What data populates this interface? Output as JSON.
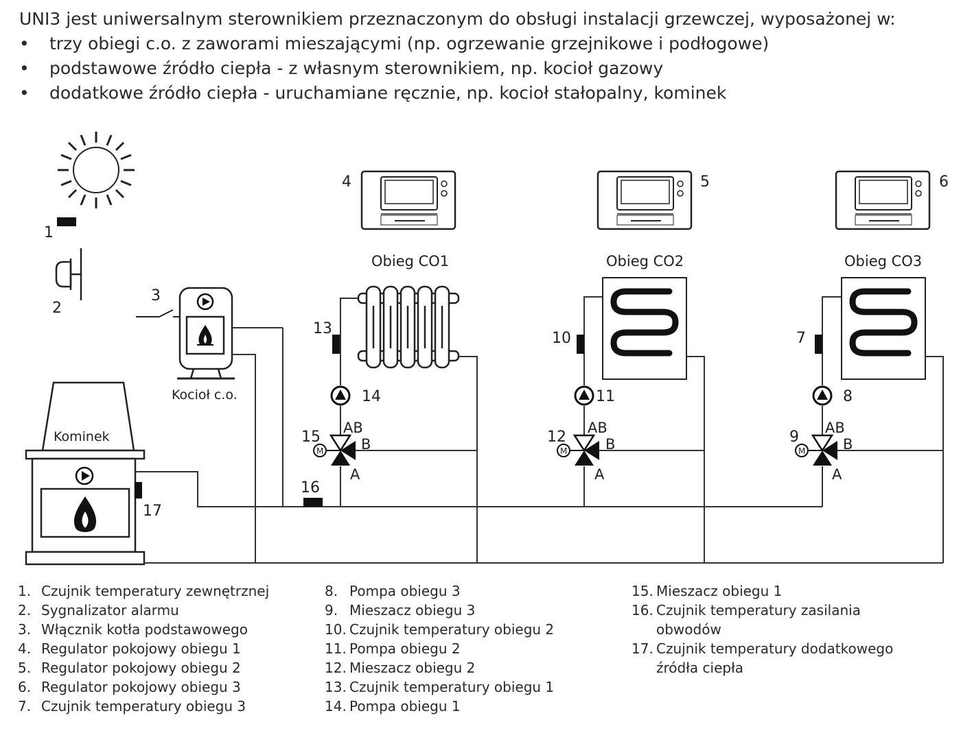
{
  "intro": {
    "text": "UNI3 jest uniwersalnym sterownikiem przeznaczonym do obsługi instalacji grzewczej, wyposażonej w:",
    "bullets": [
      "trzy obiegi c.o. z zaworami mieszającymi (np. ogrzewanie grzejnikowe i podłogowe)",
      "podstawowe źródło ciepła - z własnym sterownikiem, np. kocioł gazowy",
      "dodatkowe źródło ciepła - uruchamiane ręcznie, np. kocioł stałopalny,  kominek"
    ]
  },
  "diagram": {
    "circuits": [
      "Obieg CO1",
      "Obieg CO2",
      "Obieg CO3"
    ],
    "kominek": "Kominek",
    "kociol": "Kocioł c.o.",
    "valve_ports": {
      "ab": "AB",
      "b": "B",
      "a": "A",
      "motor": "M"
    },
    "numbers": {
      "n1": "1",
      "n2": "2",
      "n3": "3",
      "n4": "4",
      "n5": "5",
      "n6": "6",
      "n7": "7",
      "n8": "8",
      "n9": "9",
      "n10": "10",
      "n11": "11",
      "n12": "12",
      "n13": "13",
      "n14": "14",
      "n15": "15",
      "n16": "16",
      "n17": "17"
    }
  },
  "legend": {
    "col1": [
      {
        "num": "1.",
        "text": "Czujnik temperatury zewnętrznej"
      },
      {
        "num": "2.",
        "text": "Sygnalizator alarmu"
      },
      {
        "num": "3.",
        "text": "Włącznik kotła podstawowego"
      },
      {
        "num": "4.",
        "text": "Regulator pokojowy obiegu 1"
      },
      {
        "num": "5.",
        "text": "Regulator pokojowy obiegu 2"
      },
      {
        "num": "6.",
        "text": "Regulator pokojowy obiegu 3"
      },
      {
        "num": "7.",
        "text": "Czujnik temperatury obiegu 3"
      }
    ],
    "col2": [
      {
        "num": "8.",
        "text": "Pompa obiegu 3"
      },
      {
        "num": "9.",
        "text": "Mieszacz obiegu 3"
      },
      {
        "num": "10.",
        "text": "Czujnik temperatury obiegu 2"
      },
      {
        "num": "11.",
        "text": "Pompa obiegu 2"
      },
      {
        "num": "12.",
        "text": "Mieszacz obiegu 2"
      },
      {
        "num": "13.",
        "text": "Czujnik temperatury obiegu 1"
      },
      {
        "num": "14.",
        "text": "Pompa obiegu 1"
      }
    ],
    "col3": [
      {
        "num": "15.",
        "text": "Mieszacz obiegu 1"
      },
      {
        "num": "16.",
        "text": "Czujnik temperatury zasilania",
        "cont": "obwodów"
      },
      {
        "num": "17.",
        "text": "Czujnik temperatury dodatkowego",
        "cont": "źródła ciepła"
      }
    ]
  }
}
